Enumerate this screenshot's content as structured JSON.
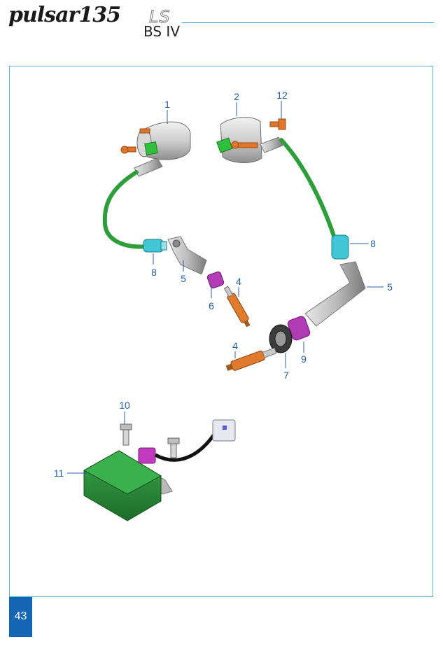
{
  "header": {
    "brand": "pulsar135",
    "brand_suffix": "LS",
    "emission": "BS IV"
  },
  "colors": {
    "accent": "#2aa3cf",
    "page_number_bg": "#1565b5",
    "callout_text": "#1f5fa5"
  },
  "diagram": {
    "callouts": {
      "c1": "1",
      "c2": "2",
      "c12": "12",
      "c8a": "8",
      "c8b": "8",
      "c5a": "5",
      "c5b": "5",
      "c6": "6",
      "c4a": "4",
      "c4b": "4",
      "c7": "7",
      "c9": "9",
      "c10": "10",
      "c11": "11"
    }
  },
  "footer": {
    "page_number": "43"
  }
}
